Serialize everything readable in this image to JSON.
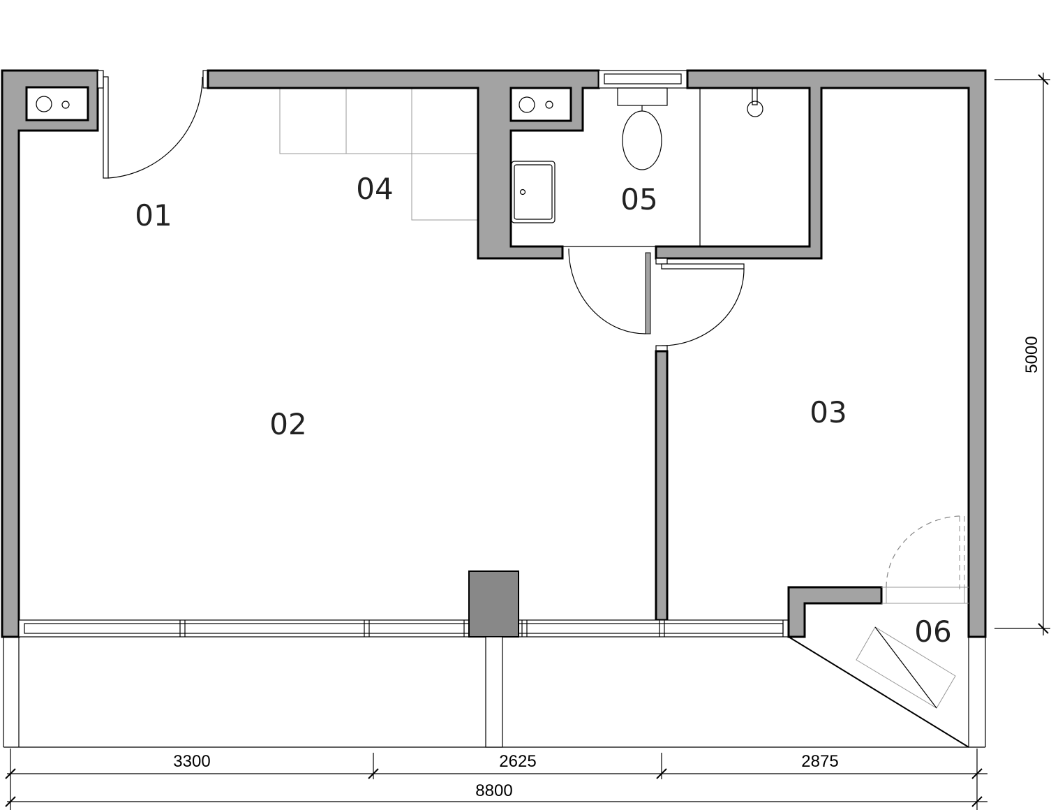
{
  "rooms": {
    "r01": "01",
    "r02": "02",
    "r03": "03",
    "r04": "04",
    "r05": "05",
    "r06": "06"
  },
  "dimensions": {
    "segment_1": "3300",
    "segment_2": "2625",
    "segment_3": "2875",
    "total_width": "8800",
    "height": "5000"
  },
  "colors": {
    "wall": "#a3a3a3",
    "column": "#888888"
  }
}
